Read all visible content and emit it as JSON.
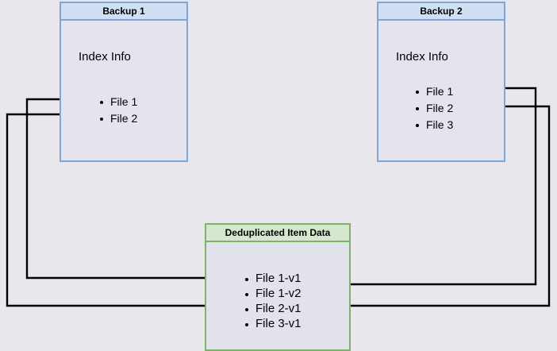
{
  "diagram": {
    "title_hidden": "",
    "background_color": "#e9e7ec",
    "boxes": {
      "backup1": {
        "header": "Backup 1",
        "index_label": "Index Info",
        "files": [
          "File 1",
          "File 2"
        ],
        "border_color": "#7ea6d8",
        "header_color": "#cfe0f3",
        "body_color": "#e4e3ee"
      },
      "backup2": {
        "header": "Backup 2",
        "index_label": "Index Info",
        "files": [
          "File 1",
          "File 2",
          "File 3"
        ],
        "border_color": "#7ea6d8",
        "header_color": "#cfe0f3",
        "body_color": "#e4e3ee"
      },
      "dedup": {
        "header": "Deduplicated Item Data",
        "files": [
          "File 1-v1",
          "File 1-v2",
          "File 2-v1",
          "File 3-v1"
        ],
        "border_color": "#7cb36a",
        "header_color": "#d5e8cd",
        "body_color": "#e2e2ec"
      }
    },
    "connectors": [
      {
        "name": "backup1-file1-to-dedup-file1v1",
        "from": "Backup 1 / File 1",
        "to": "Deduplicated Item Data / File 1-v1",
        "color": "#000000"
      },
      {
        "name": "backup1-file2-to-dedup-file2v1",
        "from": "Backup 1 / File 2",
        "to": "Deduplicated Item Data / File 2-v1",
        "color": "#000000"
      },
      {
        "name": "backup2-file1-to-dedup-file1v2",
        "from": "Backup 2 / File 1",
        "to": "Deduplicated Item Data / File 1-v2",
        "color": "#000000"
      },
      {
        "name": "backup2-file2-to-dedup-file2v1",
        "from": "Backup 2 / File 2",
        "to": "Deduplicated Item Data / File 2-v1",
        "color": "#000000"
      }
    ]
  }
}
